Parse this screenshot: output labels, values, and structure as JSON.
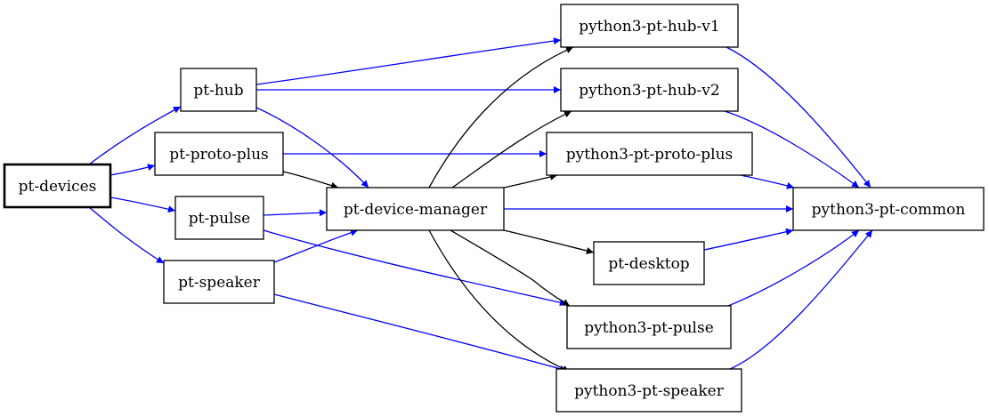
{
  "diagram": {
    "nodes": [
      {
        "id": "pt-devices",
        "label": "pt-devices",
        "root": true
      },
      {
        "id": "pt-hub",
        "label": "pt-hub"
      },
      {
        "id": "pt-proto-plus",
        "label": "pt-proto-plus"
      },
      {
        "id": "pt-pulse",
        "label": "pt-pulse"
      },
      {
        "id": "pt-speaker",
        "label": "pt-speaker"
      },
      {
        "id": "pt-device-manager",
        "label": "pt-device-manager"
      },
      {
        "id": "python3-pt-hub-v1",
        "label": "python3-pt-hub-v1"
      },
      {
        "id": "python3-pt-hub-v2",
        "label": "python3-pt-hub-v2"
      },
      {
        "id": "python3-pt-proto-plus",
        "label": "python3-pt-proto-plus"
      },
      {
        "id": "pt-desktop",
        "label": "pt-desktop"
      },
      {
        "id": "python3-pt-pulse",
        "label": "python3-pt-pulse"
      },
      {
        "id": "python3-pt-speaker",
        "label": "python3-pt-speaker"
      },
      {
        "id": "python3-pt-common",
        "label": "python3-pt-common"
      }
    ],
    "edges": [
      {
        "from": "pt-devices",
        "to": "pt-hub",
        "color": "#0000ff"
      },
      {
        "from": "pt-devices",
        "to": "pt-proto-plus",
        "color": "#0000ff"
      },
      {
        "from": "pt-devices",
        "to": "pt-pulse",
        "color": "#0000ff"
      },
      {
        "from": "pt-devices",
        "to": "pt-speaker",
        "color": "#0000ff"
      },
      {
        "from": "pt-hub",
        "to": "python3-pt-hub-v1",
        "color": "#0000ff"
      },
      {
        "from": "pt-hub",
        "to": "python3-pt-hub-v2",
        "color": "#0000ff"
      },
      {
        "from": "pt-hub",
        "to": "pt-device-manager",
        "color": "#0000ff"
      },
      {
        "from": "pt-proto-plus",
        "to": "python3-pt-proto-plus",
        "color": "#0000ff"
      },
      {
        "from": "pt-proto-plus",
        "to": "pt-device-manager",
        "color": "#000000"
      },
      {
        "from": "pt-pulse",
        "to": "pt-device-manager",
        "color": "#0000ff"
      },
      {
        "from": "pt-pulse",
        "to": "python3-pt-pulse",
        "color": "#0000ff"
      },
      {
        "from": "pt-speaker",
        "to": "pt-device-manager",
        "color": "#0000ff"
      },
      {
        "from": "pt-speaker",
        "to": "python3-pt-speaker",
        "color": "#0000ff"
      },
      {
        "from": "pt-device-manager",
        "to": "python3-pt-hub-v1",
        "color": "#000000"
      },
      {
        "from": "pt-device-manager",
        "to": "python3-pt-hub-v2",
        "color": "#000000"
      },
      {
        "from": "pt-device-manager",
        "to": "python3-pt-proto-plus",
        "color": "#000000"
      },
      {
        "from": "pt-device-manager",
        "to": "python3-pt-common",
        "color": "#0000ff"
      },
      {
        "from": "pt-device-manager",
        "to": "pt-desktop",
        "color": "#000000"
      },
      {
        "from": "pt-device-manager",
        "to": "python3-pt-pulse",
        "color": "#000000"
      },
      {
        "from": "pt-device-manager",
        "to": "python3-pt-speaker",
        "color": "#000000"
      },
      {
        "from": "python3-pt-hub-v1",
        "to": "python3-pt-common",
        "color": "#0000ff"
      },
      {
        "from": "python3-pt-hub-v2",
        "to": "python3-pt-common",
        "color": "#0000ff"
      },
      {
        "from": "python3-pt-proto-plus",
        "to": "python3-pt-common",
        "color": "#0000ff"
      },
      {
        "from": "pt-desktop",
        "to": "python3-pt-common",
        "color": "#0000ff"
      },
      {
        "from": "python3-pt-pulse",
        "to": "python3-pt-common",
        "color": "#0000ff"
      },
      {
        "from": "python3-pt-speaker",
        "to": "python3-pt-common",
        "color": "#0000ff"
      }
    ]
  }
}
